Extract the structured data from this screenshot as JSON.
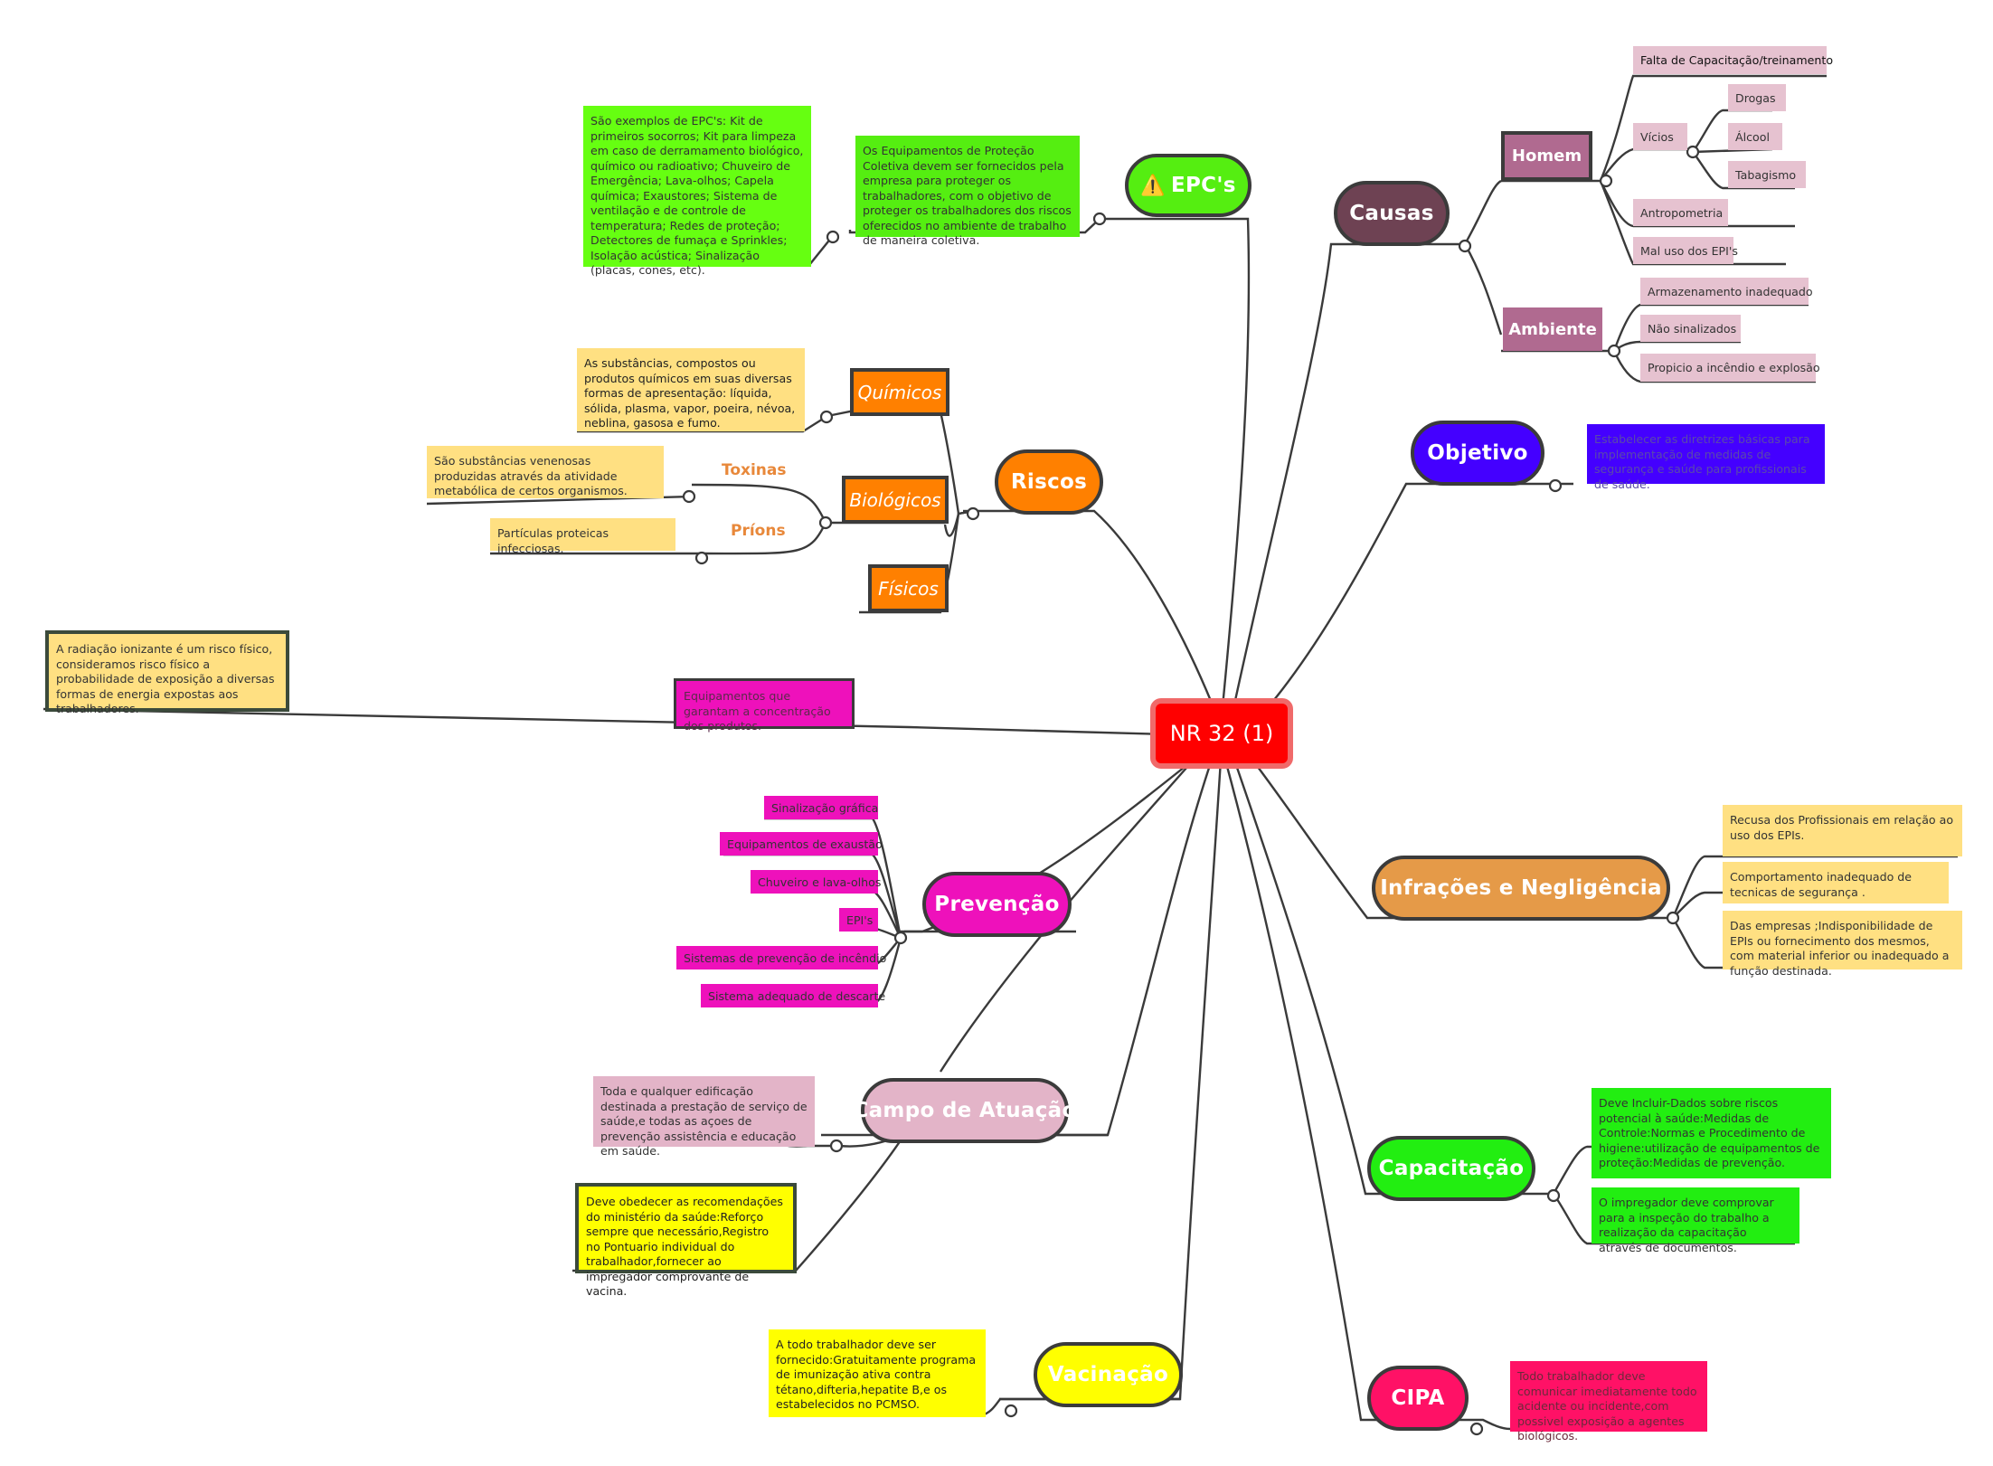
{
  "root": {
    "label": "NR 32 (1)",
    "color": "#ff0000"
  },
  "branches": {
    "epcs": {
      "label": "EPC's",
      "icon": "warning-icon",
      "color": "#55ee11",
      "notes": [
        "Os Equipamentos de Proteção Coletiva devem ser fornecidos pela empresa para proteger os trabalhadores, com o objetivo de proteger os trabalhadores dos riscos oferecidos no ambiente de trabalho de maneira coletiva.",
        "São exemplos de EPC's: Kit de primeiros socorros; Kit para limpeza em caso de derramamento biológico, químico ou radioativo; Chuveiro de Emergência; Lava-olhos; Capela química; Exaustores; Sistema de ventilação e de controle de temperatura; Redes de proteção; Detectores de fumaça e Sprinkles; Isolação acústica; Sinalização (placas, cones, etc)."
      ]
    },
    "riscos": {
      "label": "Riscos",
      "color": "#ff8000",
      "quimicos": {
        "label": "Químicos",
        "note": "As substâncias, compostos ou produtos químicos em suas diversas formas de apresentação: líquida, sólida, plasma, vapor, poeira, névoa, neblina, gasosa e fumo."
      },
      "biologicos": {
        "label": "Biológicos",
        "toxinas": {
          "label": "Toxinas",
          "note": "São substâncias venenosas produzidas através da atividade metabólica de certos organismos."
        },
        "prions": {
          "label": "Príons",
          "note": "Partículas proteicas infecciosas."
        }
      },
      "fisicos": {
        "label": "Físicos"
      }
    },
    "equipamentos": {
      "label": "Equipamentos que garantam a concentração dos produtos.",
      "note": "A radiação ionizante é um risco físico, consideramos risco físico a probabilidade de exposição a diversas formas de energia expostas aos trabalhadores."
    },
    "prevencao": {
      "label": "Prevenção",
      "color": "#ee11bb",
      "items": [
        "Sinalização gráfica",
        "Equipamentos de exaustão",
        "Chuveiro e lava-olhos",
        "EPI's",
        "Sistemas de prevenção de incêndio",
        "Sistema adequado de descarte"
      ]
    },
    "campo": {
      "label": "Campo de Atuação",
      "color": "#e3b4c8",
      "notes": [
        "Toda e qualquer edificação destinada a prestação de serviço de saúde,e  todas as açoes de prevenção assistência e educação em saúde.",
        "Deve obedecer as recomendações do ministério da saúde:Reforço sempre que necessário,Registro no Pontuario individual do trabalhador,fornecer ao impregador comprovante de vacina."
      ]
    },
    "vacinacao": {
      "label": "Vacinação",
      "color": "#ffff00",
      "note": "A todo trabalhador deve ser fornecido:Gratuitamente programa de imunização ativa contra tétano,difteria,hepatite B,e os estabelecidos no PCMSO."
    },
    "causas": {
      "label": "Causas",
      "color": "#6e4253",
      "homem": {
        "label": "Homem",
        "items": [
          "Falta de Capacitação/treinamento",
          "Vícios",
          "Antropometria",
          "Mal uso dos EPI's"
        ],
        "vicios": [
          "Drogas",
          "Álcool",
          "Tabagismo"
        ]
      },
      "ambiente": {
        "label": "Ambiente",
        "items": [
          "Armazenamento inadequado",
          "Não sinalizados",
          "Propicio a incêndio e explosão"
        ]
      }
    },
    "objetivo": {
      "label": "Objetivo",
      "color": "#4400ff",
      "note": "Estabelecer as diretrizes básicas para implementação de medidas de segurança e saúde para profissionais de saúde."
    },
    "infracoes": {
      "label": "Infrações e Negligência",
      "color": "#e59a48",
      "notes": [
        "Recusa dos Profissionais em relação ao uso dos EPIs.",
        "Comportamento inadequado de tecnicas de segurança .",
        "Das empresas ;Indisponibilidade de EPIs ou fornecimento dos mesmos, com material inferior ou inadequado a função destinada."
      ]
    },
    "capacitacao": {
      "label": "Capacitação",
      "color": "#22ee11",
      "notes": [
        "Deve Incluir-Dados sobre riscos potencial à saúde:Medidas de Controle:Normas e Procedimento de higiene:utilização de equipamentos de proteção:Medidas de prevenção.",
        "O impregador deve comprovar para a inspeção do trabalho a realização da capacitação através de documentos."
      ]
    },
    "cipa": {
      "label": "CIPA",
      "color": "#ff1166",
      "note": "Todo trabalhador  deve comunicar imediatamente todo acidente ou incidente,com possivel exposição a agentes biológicos."
    }
  }
}
